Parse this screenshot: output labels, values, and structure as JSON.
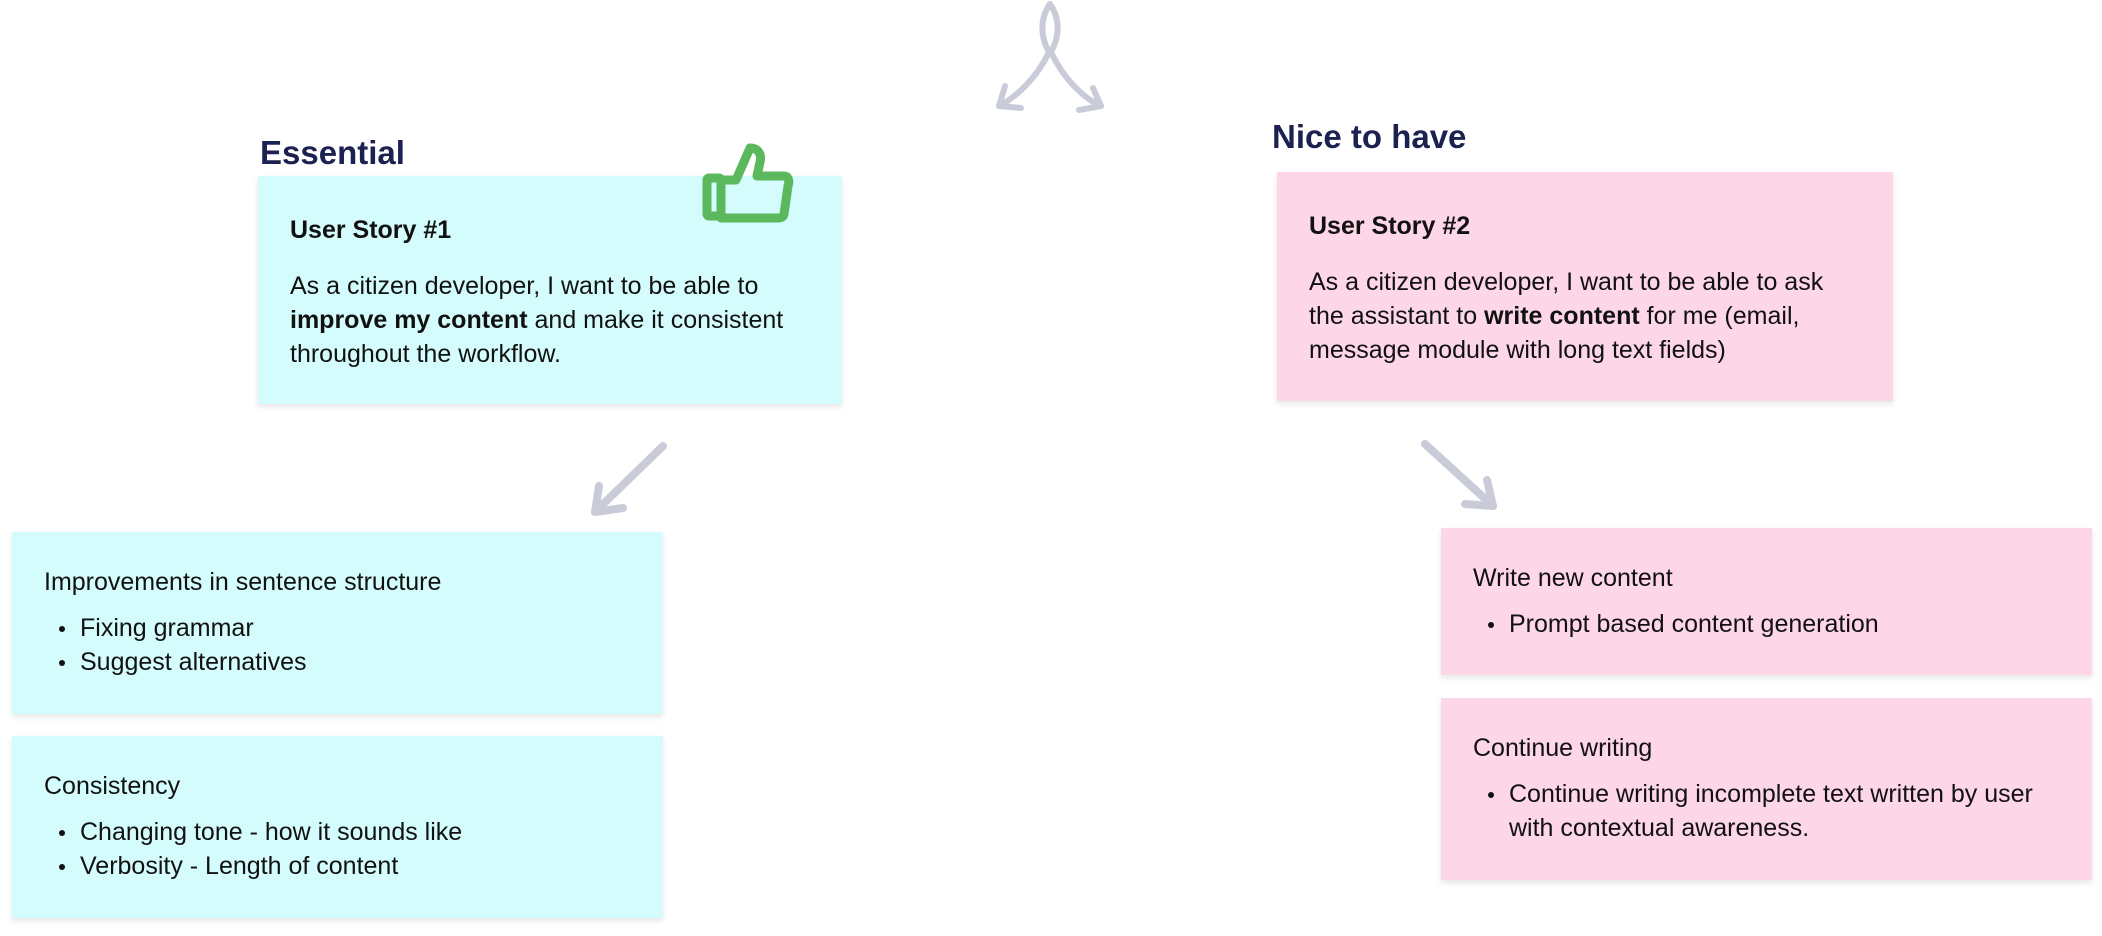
{
  "essential": {
    "heading": "Essential",
    "story": {
      "title": "User Story #1",
      "text_before": "As a citizen developer, I want to be able to ",
      "text_bold": "improve my content",
      "text_after": " and make it consistent throughout the workflow."
    },
    "cards": [
      {
        "title": "Improvements in sentence structure",
        "items": [
          "Fixing grammar",
          "Suggest alternatives"
        ]
      },
      {
        "title": "Consistency",
        "items": [
          "Changing tone  - how it sounds like",
          "Verbosity - Length of content"
        ]
      }
    ]
  },
  "nice_to_have": {
    "heading": "Nice to have",
    "story": {
      "title": "User Story #2",
      "text_before": "As a citizen developer, I want to be able to ask the assistant to ",
      "text_bold": "write content",
      "text_after": " for me (email, message module with long text fields)"
    },
    "cards": [
      {
        "title": "Write new content",
        "items": [
          "Prompt based content generation"
        ]
      },
      {
        "title": "Continue writing",
        "items": [
          "Continue writing incomplete text written by user with contextual awareness."
        ]
      }
    ]
  },
  "colors": {
    "heading": "#1b2150",
    "essential_note": "#d4fcfc",
    "nice_note": "#fdd6e8",
    "arrow": "#c9ccd8",
    "thumbs_up": "#5cb85c"
  },
  "icons": {
    "top": "split-arrow-icon",
    "badge": "thumbs-up-icon",
    "connectors": [
      "arrow-down-left-icon",
      "arrow-down-right-icon"
    ]
  }
}
